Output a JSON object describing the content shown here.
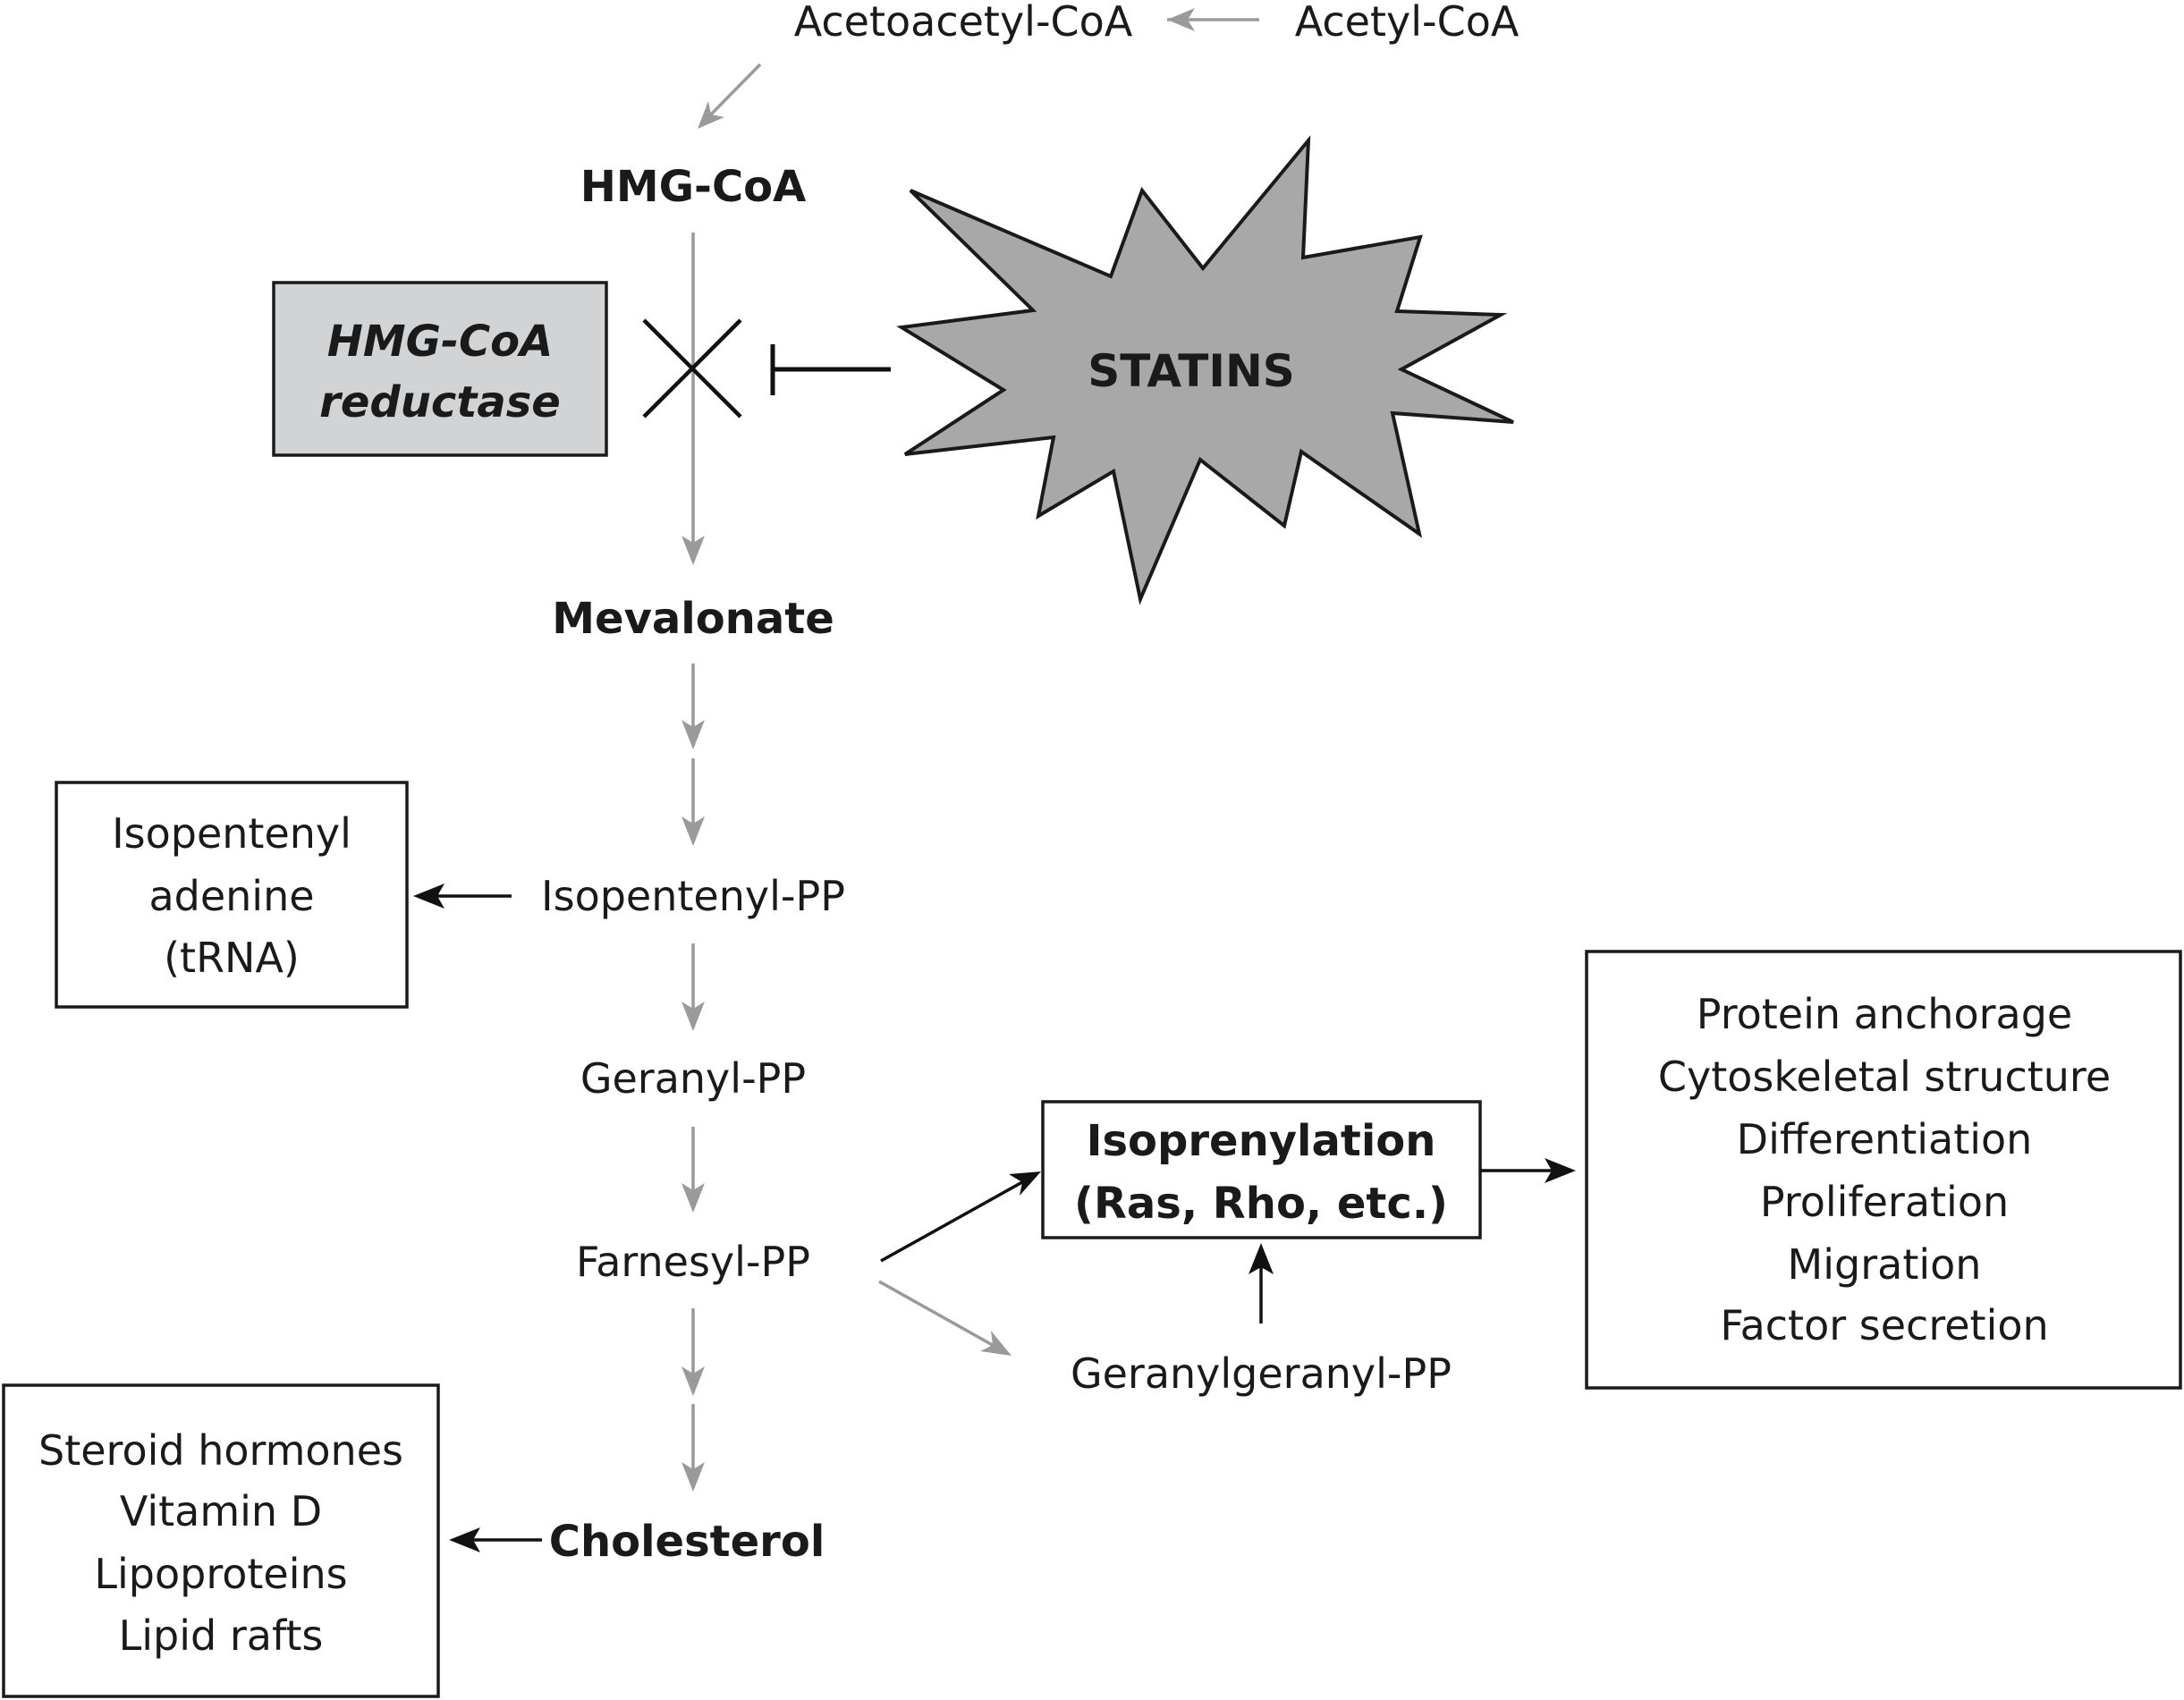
{
  "colors": {
    "gray_arrow": "#9a9a9a",
    "black_arrow": "#111111",
    "enzyme_box_fill": "#d2d3d5",
    "statins_fill": "#a8a8a8",
    "outline": "#1a1a1a"
  },
  "pathway": {
    "acetyl_coa": "Acetyl-CoA",
    "acetoacetyl_coa": "Acetoacetyl-CoA",
    "hmg_coa": "HMG-CoA",
    "mevalonate": "Mevalonate",
    "isopentenyl_pp": "Isopentenyl-PP",
    "geranyl_pp": "Geranyl-PP",
    "farnesyl_pp": "Farnesyl-PP",
    "geranylgeranyl_pp": "Geranylgeranyl-PP",
    "cholesterol": "Cholesterol"
  },
  "enzyme": {
    "line1": "HMG-CoA",
    "line2": "reductase"
  },
  "inhibitor": {
    "label": "STATINS"
  },
  "isopentenyl_adenine_box": {
    "lines": [
      "Isopentenyl",
      "adenine",
      "(tRNA)"
    ]
  },
  "isoprenylation_box": {
    "line1": "Isoprenylation",
    "line2": "(Ras, Rho, etc.)"
  },
  "functions_box": {
    "lines": [
      "Protein anchorage",
      "Cytoskeletal structure",
      "Differentiation",
      "Proliferation",
      "Migration",
      "Factor secretion"
    ]
  },
  "cholesterol_products_box": {
    "lines": [
      "Steroid hormones",
      "Vitamin D",
      "Lipoproteins",
      "Lipid rafts"
    ]
  }
}
